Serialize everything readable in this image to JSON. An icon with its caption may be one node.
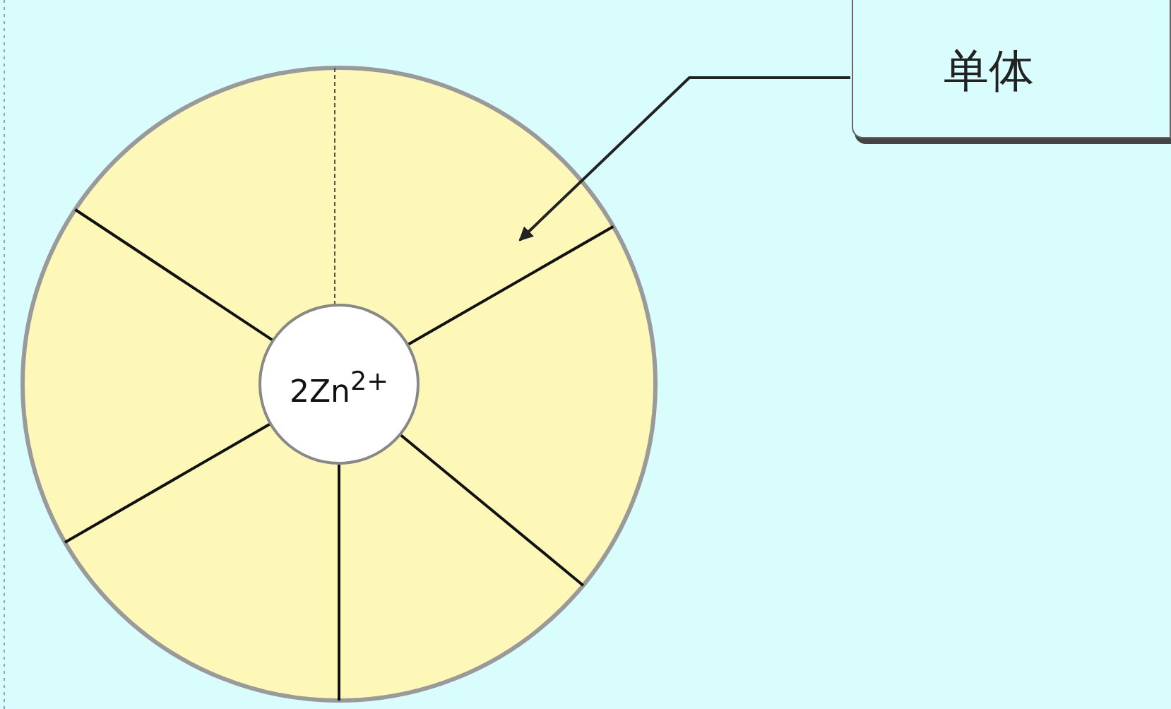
{
  "diagram": {
    "nodes": [
      {
        "text": [
          "单体"
        ]
      },
      {
        "text": [],
        "shape": "wedge"
      },
      {
        "text": [
          "2Zn$^{2+}$"
        ]
      }
    ],
    "edges": [
      {
        "from": 0,
        "to": 1,
        "arrow": "to"
      }
    ]
  }
}
